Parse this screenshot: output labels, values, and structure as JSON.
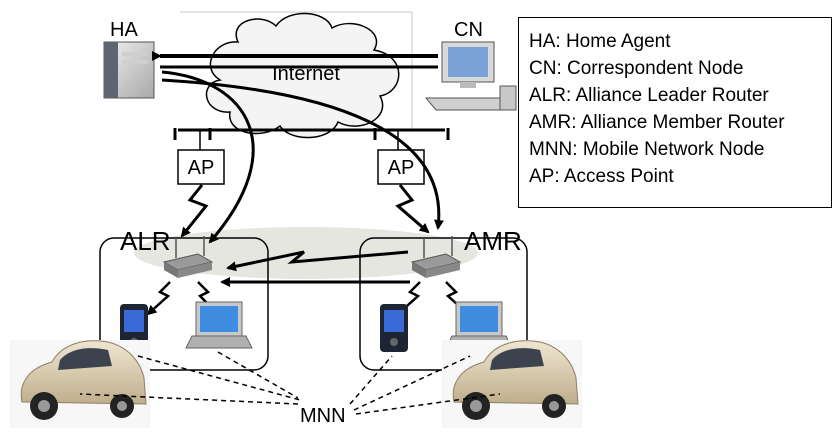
{
  "labels": {
    "ha": "HA",
    "cn": "CN",
    "internet": "Internet",
    "ap_left": "AP",
    "ap_right": "AP",
    "alr": "ALR",
    "amr": "AMR",
    "mnn": "MNN"
  },
  "legend": [
    "HA: Home Agent",
    "CN: Correspondent Node",
    "ALR: Alliance Leader Router",
    "AMR: Alliance Member Router",
    "MNN: Mobile Network Node",
    "AP: Access Point"
  ],
  "colors": {
    "cloud_fill": "#f4f4f4",
    "ellipse_fill": "#e6e6e0",
    "car_body": "#d8cbb0",
    "line": "#000000"
  }
}
